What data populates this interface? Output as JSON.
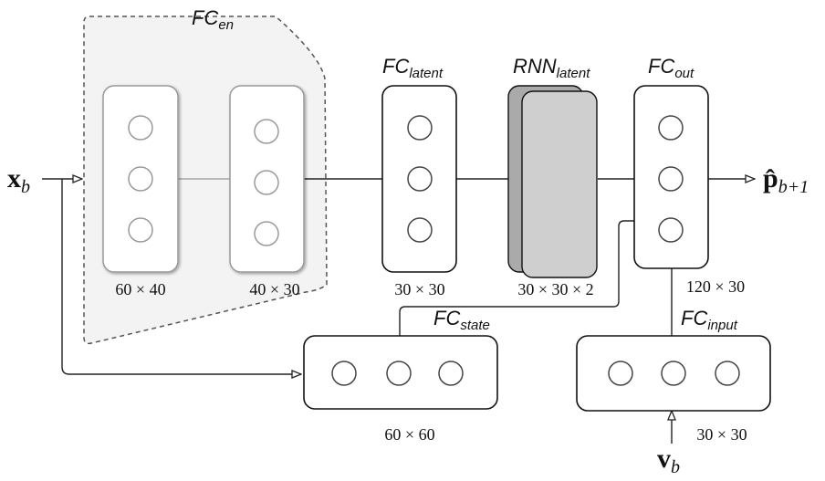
{
  "encoder": {
    "title": "FC",
    "subscript": "en",
    "layer_sizes": [
      "60 × 40",
      "40 × 30"
    ]
  },
  "latent": {
    "title": "FC",
    "subscript": "latent",
    "size": "30 × 30"
  },
  "rnn": {
    "title": "RNN",
    "subscript": "latent",
    "size": "30 × 30 × 2"
  },
  "output": {
    "title": "FC",
    "subscript": "out",
    "size": "120 × 30"
  },
  "state": {
    "title": "FC",
    "subscript": "state",
    "size": "60 × 60"
  },
  "input_fc": {
    "title": "FC",
    "subscript": "input",
    "size": "30 × 30"
  },
  "inputs": {
    "x": {
      "symbol": "x",
      "subscript": "b"
    },
    "v": {
      "symbol": "v",
      "subscript": "b"
    }
  },
  "prediction": {
    "symbol": "p̂",
    "subscript": "b+1"
  },
  "colors": {
    "box_stroke": "#111111",
    "node_stroke": "#9a9a9a",
    "encoder_fill": "#f3f3f3",
    "encoder_stroke": "#555555",
    "rnn_fill": "#c8c8c8",
    "edge": "#222222"
  }
}
